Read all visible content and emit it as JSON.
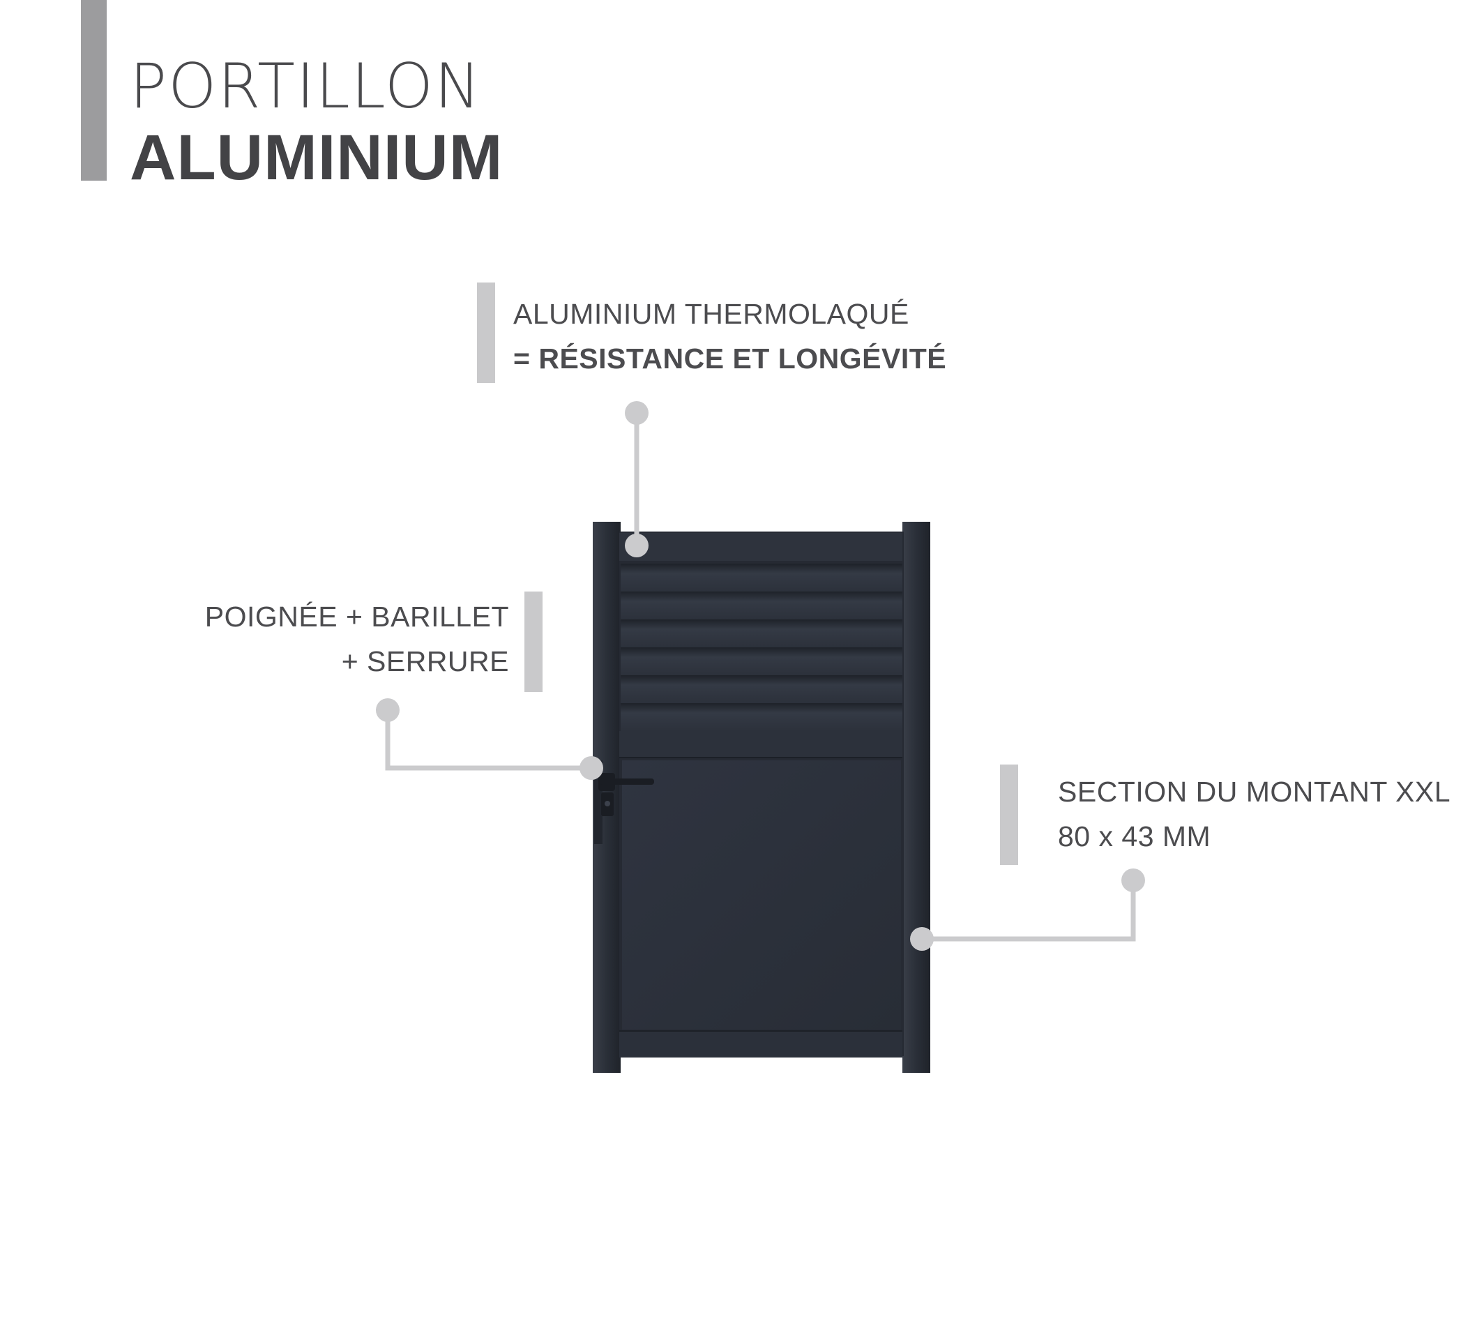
{
  "title": {
    "line1": "PORTILLON",
    "line2": "ALUMINIUM"
  },
  "callouts": {
    "finish": {
      "line1": "ALUMINIUM THERMOLAQUÉ",
      "line2": "= RÉSISTANCE ET LONGÉVITÉ"
    },
    "handle": {
      "line1": "POIGNÉE + BARILLET",
      "line2": "+ SERRURE"
    },
    "post": {
      "line1": "SECTION DU MONTANT XXL",
      "line2": "80 x 43 MM"
    }
  },
  "colors": {
    "gate": "#2b303a",
    "accent_bar": "#c9c9cb",
    "leader": "#cbcbcd",
    "text": "#4c4c4f"
  }
}
